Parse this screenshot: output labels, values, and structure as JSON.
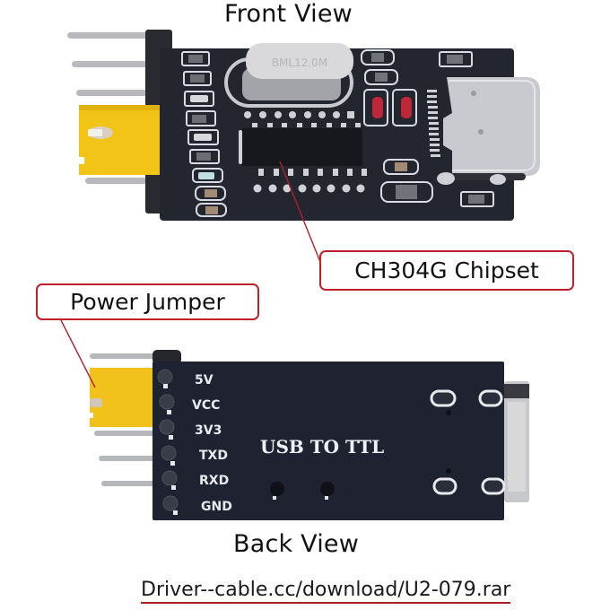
{
  "titles": {
    "front": "Front View",
    "back": "Back View"
  },
  "callouts": {
    "chipset": "CH304G Chipset",
    "power_jumper": "Power Jumper"
  },
  "front_board": {
    "crystal_marking": "BML12.0M",
    "components": [
      "pin-header-4",
      "yellow-jumper",
      "crystal",
      "soic16-chip",
      "diodes-2",
      "usb-type-c-connector",
      "smd-leds-resistors-column"
    ]
  },
  "back_board": {
    "silkscreen_title": "USB TO TTL",
    "pin_labels": [
      "5V",
      "VCC",
      "3V3",
      "TXD",
      "RXD",
      "GND"
    ]
  },
  "footer": {
    "driver_link": "Driver--cable.cc/download/U2-079.rar"
  },
  "colors": {
    "pcb": "#23252e",
    "pcb_back": "#1e2130",
    "jumper": "#f2c419",
    "callout_border": "#c0202a",
    "leader_line": "#b0202a",
    "metal": "#c8c8cc"
  }
}
